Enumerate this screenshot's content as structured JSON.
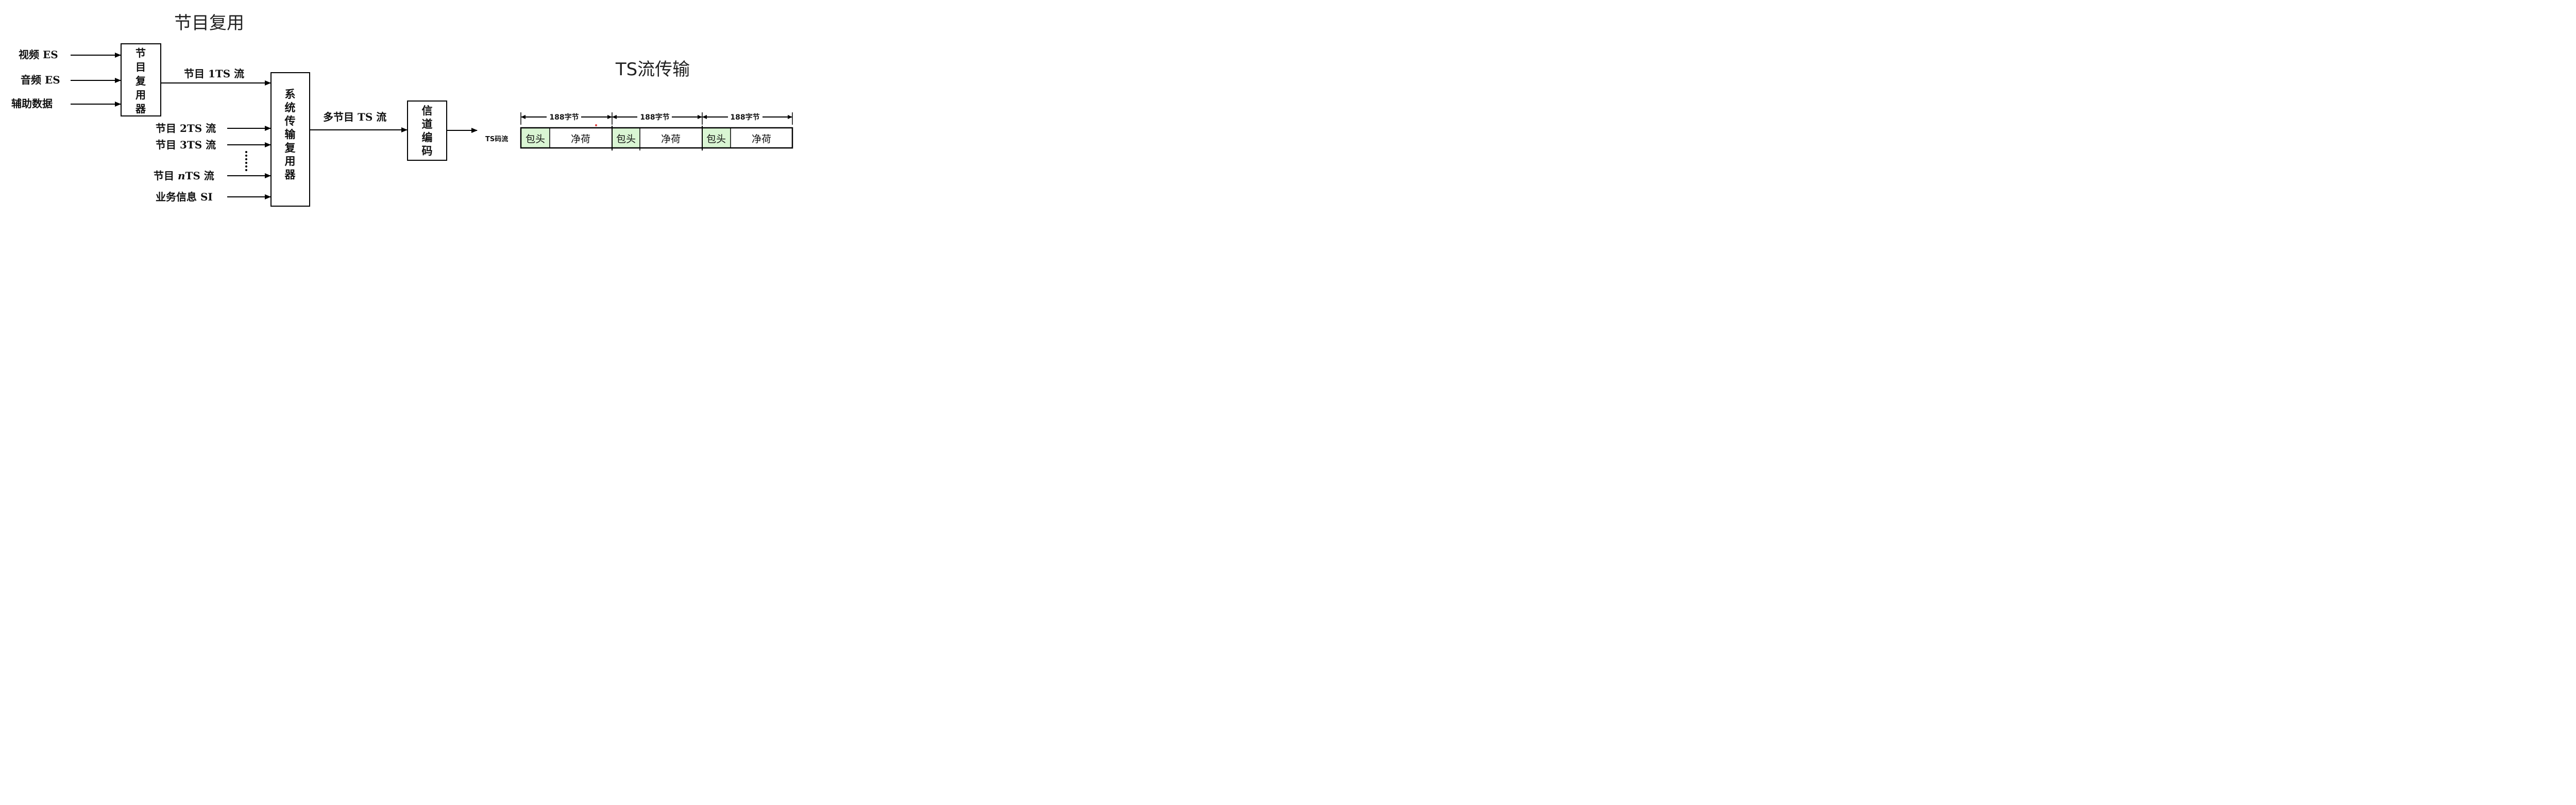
{
  "mux_title": "节目复用",
  "ts_title": "TS流传输",
  "inputs": {
    "video": "视频 ES",
    "audio": "音频 ES",
    "aux": "辅助数据"
  },
  "program_mux": {
    "chars": [
      "节",
      "目",
      "复",
      "用",
      "器"
    ]
  },
  "streams": {
    "p1": "节目 1TS 流",
    "p2": "节目 2TS 流",
    "p3": "节目 3TS 流",
    "pn_pre": "节目 ",
    "pn_n": "n",
    "pn_post": "TS 流",
    "si": "业务信息 SI",
    "multi": "多节目 TS 流"
  },
  "system_mux": {
    "chars": [
      "系",
      "统",
      "传",
      "输",
      "复",
      "用",
      "器"
    ]
  },
  "channel": {
    "chars": [
      "信",
      "道",
      "编",
      "码"
    ]
  },
  "ts_packet": {
    "stream_label": "TS码流",
    "size_label": "188字节",
    "header_label": "包头",
    "payload_label": "净荷",
    "header_color": "#d9f5d3"
  }
}
